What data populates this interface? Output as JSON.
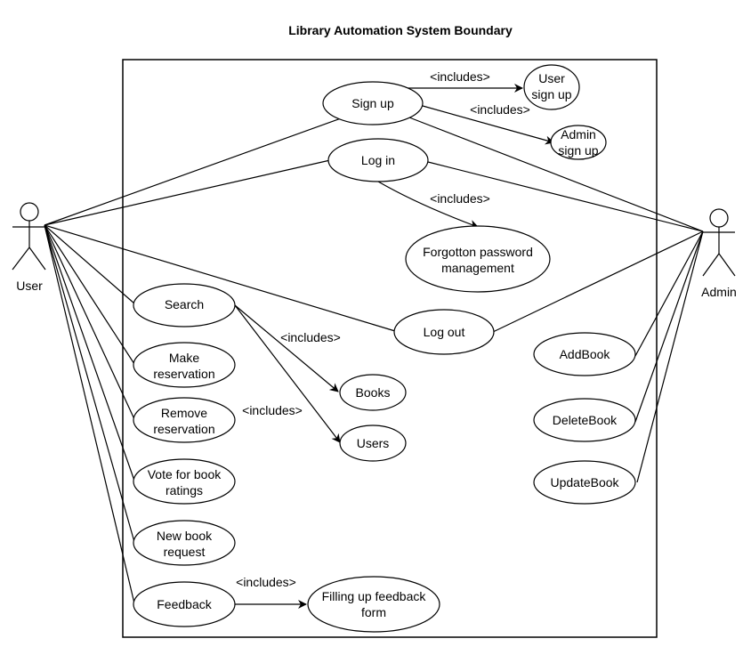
{
  "title": "Library Automation System Boundary",
  "actors": {
    "user": "User",
    "admin": "Admin"
  },
  "use_cases": {
    "sign_up": "Sign up",
    "user_sign_up": [
      "User",
      "sign up"
    ],
    "admin_sign_up": [
      "Admin",
      "sign up"
    ],
    "log_in": "Log in",
    "forgot_password": [
      "Forgotton password",
      "management"
    ],
    "search": "Search",
    "log_out": "Log out",
    "make_reservation": [
      "Make",
      "reservation"
    ],
    "remove_reservation": [
      "Remove",
      "reservation"
    ],
    "vote_ratings": [
      "Vote for book",
      "ratings"
    ],
    "new_book_request": [
      "New book",
      "request"
    ],
    "feedback": "Feedback",
    "feedback_form": [
      "Filling up feedback",
      "form"
    ],
    "books": "Books",
    "users": "Users",
    "add_book": "AddBook",
    "delete_book": "DeleteBook",
    "update_book": "UpdateBook"
  },
  "includes_label": "<includes>"
}
